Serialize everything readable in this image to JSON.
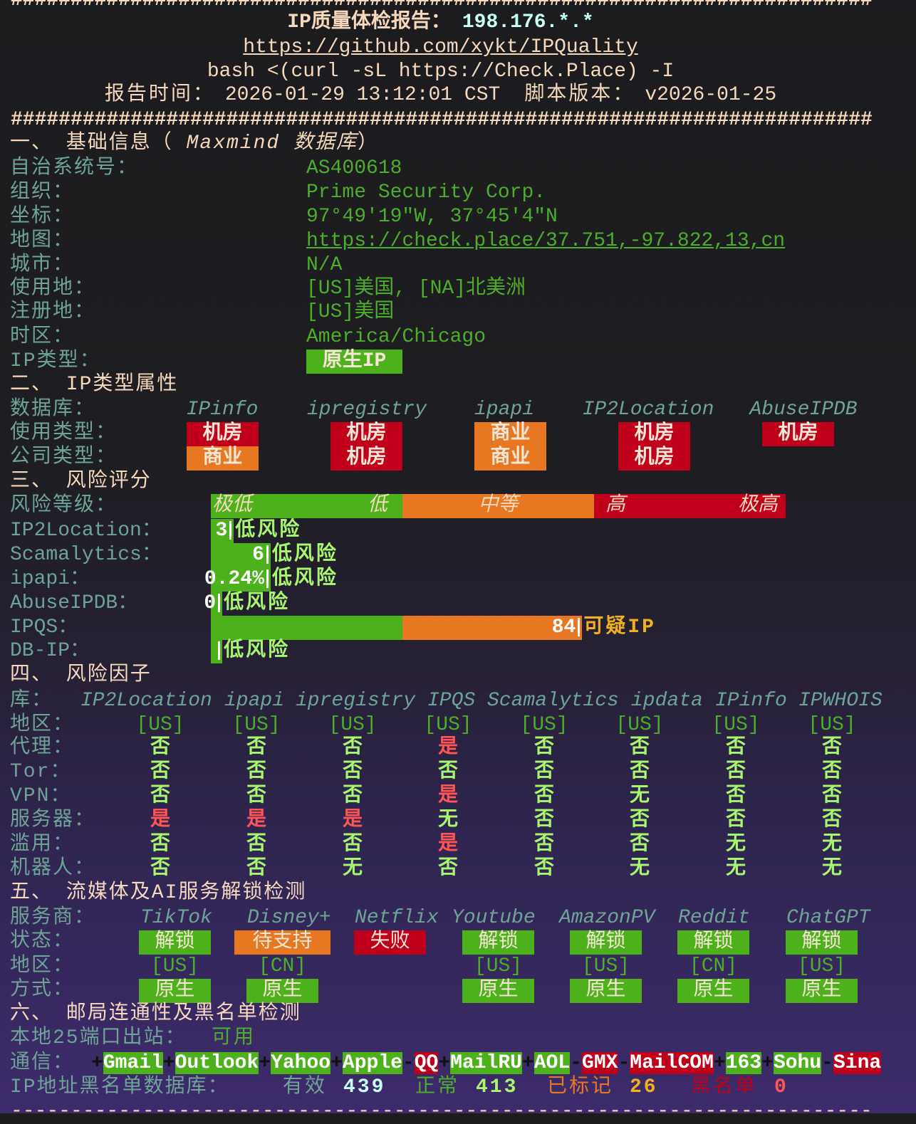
{
  "header": {
    "separator": "########################################################################",
    "title_label": "IP质量体检报告：",
    "ip": "198.176.*.*",
    "repo_url": "https://github.com/xykt/IPQuality",
    "command": "bash <(curl -sL https://Check.Place) -I",
    "report_time_label": "报告时间：",
    "report_time": "2026-01-29 13:12:01 CST",
    "version_label": "脚本版本：",
    "version": "v2026-01-25"
  },
  "basic": {
    "title_prefix": "一、 基础信息（ ",
    "title_italic": "Maxmind 数据库",
    "title_suffix": "）",
    "fields": [
      {
        "label": "自治系统号：",
        "value": "AS400618"
      },
      {
        "label": "组织：",
        "value": "Prime Security Corp."
      },
      {
        "label": "坐标：",
        "value": "97°49′19″W, 37°45′4″N"
      },
      {
        "label": "地图：",
        "value": "https://check.place/37.751,-97.822,13,cn"
      },
      {
        "label": "城市：",
        "value": "N/A"
      },
      {
        "label": "使用地：",
        "value": "[US]美国, [NA]北美洲"
      },
      {
        "label": "注册地：",
        "value": "[US]美国"
      },
      {
        "label": "时区：",
        "value": "America/Chicago"
      }
    ],
    "ip_type_label": "IP类型：",
    "ip_type": "原生IP",
    "ip_type_color": "#4cb11a"
  },
  "ip_type_attrs": {
    "title": "二、 IP类型属性",
    "db_label": "数据库：",
    "usage_label": "使用类型：",
    "company_label": "公司类型：",
    "databases": [
      {
        "name": "IPinfo",
        "usage": "机房",
        "usage_color": "#c0001a",
        "company": "商业",
        "company_color": "#e87722"
      },
      {
        "name": "ipregistry",
        "usage": "机房",
        "usage_color": "#c0001a",
        "company": "机房",
        "company_color": "#c0001a"
      },
      {
        "name": "ipapi",
        "usage": "商业",
        "usage_color": "#e87722",
        "company": "商业",
        "company_color": "#e87722"
      },
      {
        "name": "IP2Location",
        "usage": "机房",
        "usage_color": "#c0001a",
        "company": "机房",
        "company_color": "#c0001a"
      },
      {
        "name": "AbuseIPDB",
        "usage": "机房",
        "usage_color": "#c0001a",
        "company": null,
        "company_color": null
      }
    ]
  },
  "risk_score": {
    "title": "三、 风险评分",
    "level_label": "风险等级：",
    "levels": [
      "极低",
      "低",
      "中等",
      "高",
      "极高"
    ],
    "level_colors": {
      "low": "#4cb11a",
      "medium": "#e87722",
      "high": "#c0001a"
    },
    "scores": [
      {
        "source": "IP2Location：",
        "score": "3",
        "verdict": "低风险",
        "fill_percent": 4,
        "verdict_color": "#a8f570"
      },
      {
        "source": "Scamalytics：",
        "score": "6",
        "verdict": "低风险",
        "fill_percent": 10.4,
        "verdict_color": "#a8f570"
      },
      {
        "source": "ipapi：",
        "score": "0.24%",
        "verdict": "低风险",
        "fill_percent": 10.4,
        "verdict_color": "#a8f570"
      },
      {
        "source": "AbuseIPDB：",
        "score": "0",
        "verdict": "低风险",
        "fill_percent": 2,
        "verdict_color": "#a8f570"
      },
      {
        "source": "IPQS：",
        "score": "84",
        "verdict": "可疑IP",
        "fill_percent": 64.6,
        "verdict_color": "#f0b020"
      },
      {
        "source": "DB-IP：",
        "score": "",
        "verdict": "低风险",
        "fill_percent": 2,
        "verdict_color": "#a8f570"
      }
    ]
  },
  "risk_factors": {
    "title": "四、 风险因子",
    "db_label": "库：",
    "sources": [
      "IP2Location",
      "ipapi",
      "ipregistry",
      "IPQS",
      "Scamalytics",
      "ipdata",
      "IPinfo",
      "IPWHOIS"
    ],
    "region_label": "地区：",
    "regions": [
      "[US]",
      "[US]",
      "[US]",
      "[US]",
      "[US]",
      "[US]",
      "[US]",
      "[US]"
    ],
    "rows": [
      {
        "label": "代理：",
        "values": [
          "否",
          "否",
          "否",
          "是",
          "否",
          "否",
          "否",
          "否"
        ]
      },
      {
        "label": "Tor：",
        "values": [
          "否",
          "否",
          "否",
          "否",
          "否",
          "否",
          "否",
          "否"
        ]
      },
      {
        "label": "VPN：",
        "values": [
          "否",
          "否",
          "否",
          "是",
          "否",
          "无",
          "否",
          "否"
        ]
      },
      {
        "label": "服务器：",
        "values": [
          "是",
          "是",
          "是",
          "无",
          "否",
          "否",
          "否",
          "否"
        ]
      },
      {
        "label": "滥用：",
        "values": [
          "否",
          "否",
          "否",
          "是",
          "否",
          "否",
          "无",
          "无"
        ]
      },
      {
        "label": "机器人：",
        "values": [
          "否",
          "否",
          "无",
          "否",
          "否",
          "无",
          "无",
          "无"
        ]
      }
    ]
  },
  "streaming": {
    "title": "五、 流媒体及AI服务解锁检测",
    "provider_label": "服务商：",
    "status_label": "状态：",
    "region_label": "地区：",
    "method_label": "方式：",
    "services": [
      {
        "name": "TikTok",
        "status": "解锁",
        "status_color": "#4cb11a",
        "region": "[US]",
        "method": "原生"
      },
      {
        "name": "Disney+",
        "status": "待支持",
        "status_color": "#e87722",
        "region": "[CN]",
        "method": "原生"
      },
      {
        "name": "Netflix",
        "status": "失败",
        "status_color": "#c0001a",
        "region": "",
        "method": ""
      },
      {
        "name": "Youtube",
        "status": "解锁",
        "status_color": "#4cb11a",
        "region": "[US]",
        "method": "原生"
      },
      {
        "name": "AmazonPV",
        "status": "解锁",
        "status_color": "#4cb11a",
        "region": "[US]",
        "method": "原生"
      },
      {
        "name": "Reddit",
        "status": "解锁",
        "status_color": "#4cb11a",
        "region": "[CN]",
        "method": "原生"
      },
      {
        "name": "ChatGPT",
        "status": "解锁",
        "status_color": "#4cb11a",
        "region": "[US]",
        "method": "原生"
      }
    ]
  },
  "mail": {
    "title": "六、 邮局连通性及黑名单检测",
    "port25_label": "本地25端口出站：",
    "port25_value": "可用",
    "comm_label": "通信：",
    "providers": [
      {
        "sep": "+",
        "name": "Gmail",
        "ok": true
      },
      {
        "sep": "+",
        "name": "Outlook",
        "ok": true
      },
      {
        "sep": "+",
        "name": "Yahoo",
        "ok": true
      },
      {
        "sep": "+",
        "name": "Apple",
        "ok": true
      },
      {
        "sep": "-",
        "name": "QQ",
        "ok": false
      },
      {
        "sep": "+",
        "name": "MailRU",
        "ok": true
      },
      {
        "sep": "+",
        "name": "AOL",
        "ok": true
      },
      {
        "sep": "-",
        "name": "GMX",
        "ok": false
      },
      {
        "sep": "-",
        "name": "MailCOM",
        "ok": false
      },
      {
        "sep": "+",
        "name": "163",
        "ok": true
      },
      {
        "sep": "+",
        "name": "Sohu",
        "ok": true
      },
      {
        "sep": "-",
        "name": "Sina",
        "ok": false
      }
    ],
    "blacklist_label": "IP地址黑名单数据库：",
    "valid_label": "有效",
    "valid_count": "439",
    "clean_label": "正常",
    "clean_count": "413",
    "flagged_label": "已标记",
    "flagged_count": "26",
    "blacklisted_label": "黑名单",
    "blacklisted_count": "0"
  },
  "footer": {
    "separator": "------------------------------------------------------------------------"
  }
}
